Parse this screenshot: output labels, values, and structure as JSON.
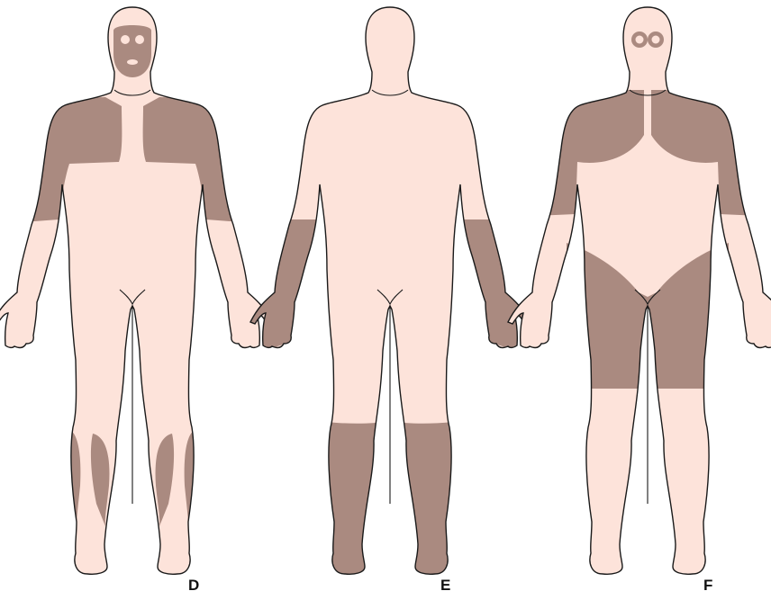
{
  "colors": {
    "skin": "#fde3da",
    "shade": "#aa8a80",
    "outline": "#1a1a1a",
    "background": "#ffffff"
  },
  "figures": [
    {
      "label": "D",
      "shaded_regions": [
        "face-center",
        "shoulders-and-upper-chest",
        "upper-arms",
        "lower-legs-posterior"
      ]
    },
    {
      "label": "E",
      "shaded_regions": [
        "forearms",
        "hands",
        "lower-legs",
        "feet"
      ]
    },
    {
      "label": "F",
      "shaded_regions": [
        "periorbital-area",
        "upper-trunk",
        "upper-arms",
        "hips-and-thighs"
      ]
    }
  ]
}
